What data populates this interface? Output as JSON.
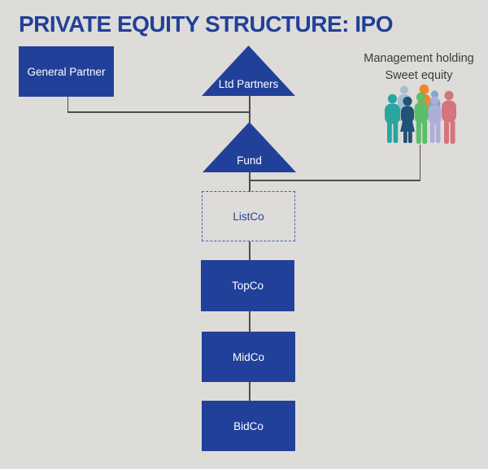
{
  "title": "PRIVATE EQUITY STRUCTURE: IPO",
  "nodes": {
    "general_partner": {
      "label": "General Partner",
      "shape": "box"
    },
    "ltd_partners": {
      "label": "Ltd Partners",
      "shape": "triangle"
    },
    "fund": {
      "label": "Fund",
      "shape": "triangle"
    },
    "listco": {
      "label": "ListCo",
      "shape": "dashed-box"
    },
    "topco": {
      "label": "TopCo",
      "shape": "box"
    },
    "midco": {
      "label": "MidCo",
      "shape": "box"
    },
    "bidco": {
      "label": "BidCo",
      "shape": "box"
    },
    "management": {
      "line1": "Management holding",
      "line2": "Sweet equity",
      "icon": "people-group-icon"
    }
  },
  "edges": [
    {
      "from": "General Partner",
      "to": "Fund"
    },
    {
      "from": "Ltd Partners",
      "to": "Fund"
    },
    {
      "from": "Fund",
      "to": "ListCo"
    },
    {
      "from": "Management holding / Sweet equity",
      "to": "ListCo"
    },
    {
      "from": "ListCo",
      "to": "TopCo"
    },
    {
      "from": "TopCo",
      "to": "MidCo"
    },
    {
      "from": "MidCo",
      "to": "BidCo"
    }
  ],
  "colors": {
    "background": "#DEDCD8",
    "primary_blue": "#21409A",
    "dashed_border_blue": "#3F5FC0",
    "connector_line": "#4D4D4D",
    "label_text_dark": "#3B3B39",
    "node_text_white": "#FFFFFF",
    "people_palette": [
      "#2AA5A0",
      "#1F5377",
      "#9FBFD0",
      "#5CBD6B",
      "#F0862B",
      "#7FA8CC",
      "#AEAEDB",
      "#D4747B"
    ]
  }
}
